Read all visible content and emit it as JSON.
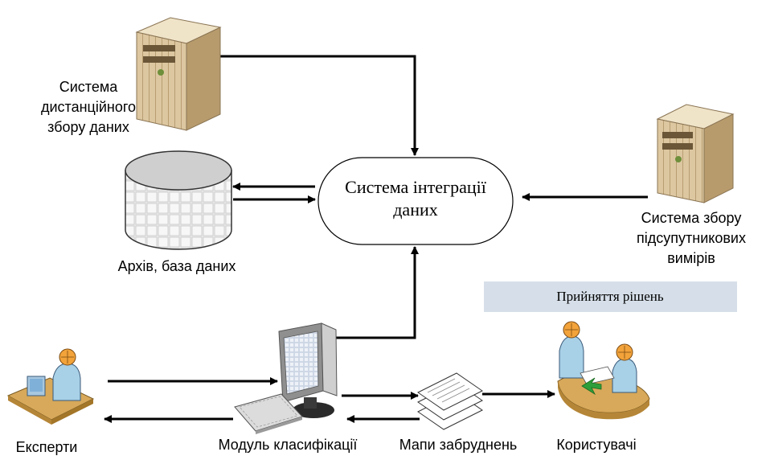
{
  "labels": {
    "remote_line1": "Система",
    "remote_line2": "дистанційного",
    "remote_line3": "збору даних",
    "archive": "Архів, база даних",
    "integration_line1": "Система інтеграції",
    "integration_line2": "даних",
    "subsat_line1": "Система збору",
    "subsat_line2": "підсупутникових",
    "subsat_line3": "вимірів",
    "decisions": "Прийняття рішень",
    "experts": "Експерти",
    "classifier": "Модуль класифікації",
    "maps": "Мапи забруднень",
    "users": "Користувачі"
  },
  "colors": {
    "decisions_box_fill": "#d6dfe9",
    "line": "#000000",
    "server_body": "#d9c4a0",
    "server_side": "#b8a07a",
    "db_top": "#c9c9c9",
    "person_skin": "#f2a33a",
    "person_shirt": "#a8d0e6",
    "desk": "#d8a95a",
    "arrow_green": "#2e9e3a"
  },
  "icons": {
    "remote_server": "server-tower-icon",
    "subsat_server": "server-tower-icon",
    "archive_db": "database-cylinder-icon",
    "experts": "person-at-computer-icon",
    "classifier_monitor": "monitor-icon",
    "classifier_keyboard": "keyboard-icon",
    "maps_docs": "document-stack-icon",
    "users": "meeting-people-icon"
  }
}
